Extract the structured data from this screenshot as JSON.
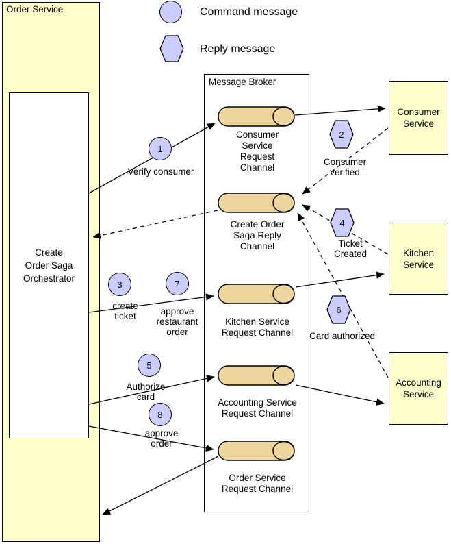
{
  "legend": {
    "command_label": "Command message",
    "reply_label": "Reply message"
  },
  "order_service": {
    "title": "Order Service",
    "orchestrator_label": "Create\nOrder Saga\nOrchestrator"
  },
  "broker": {
    "title": "Message Broker",
    "channels": [
      {
        "label": "Consumer\nService\nRequest\nChannel"
      },
      {
        "label": "Create Order\nSaga  Reply\nChannel"
      },
      {
        "label": "Kitchen Service\nRequest Channel"
      },
      {
        "label": "Accounting Service\nRequest Channel"
      },
      {
        "label": "Order Service\nRequest Channel"
      }
    ]
  },
  "services": [
    {
      "label": "Consumer\nService"
    },
    {
      "label": "Kitchen\nService"
    },
    {
      "label": "Accounting\nService"
    }
  ],
  "commands": [
    {
      "num": "1",
      "label": "Verify consumer"
    },
    {
      "num": "3",
      "label": "create\nticket"
    },
    {
      "num": "7",
      "label": "approve\nrestaurant\norder"
    },
    {
      "num": "5",
      "label": "Authorize\ncard"
    },
    {
      "num": "8",
      "label": "approve\norder"
    }
  ],
  "replies": [
    {
      "num": "2",
      "label": "Consumer\nverified"
    },
    {
      "num": "4",
      "label": "Ticket\nCreated"
    },
    {
      "num": "6",
      "label": "Card authorized"
    }
  ],
  "colors": {
    "service_fill": "#ffffcc",
    "channel_fill": "#ecd69e",
    "message_fill": "#ccccff",
    "stroke": "#000000"
  }
}
